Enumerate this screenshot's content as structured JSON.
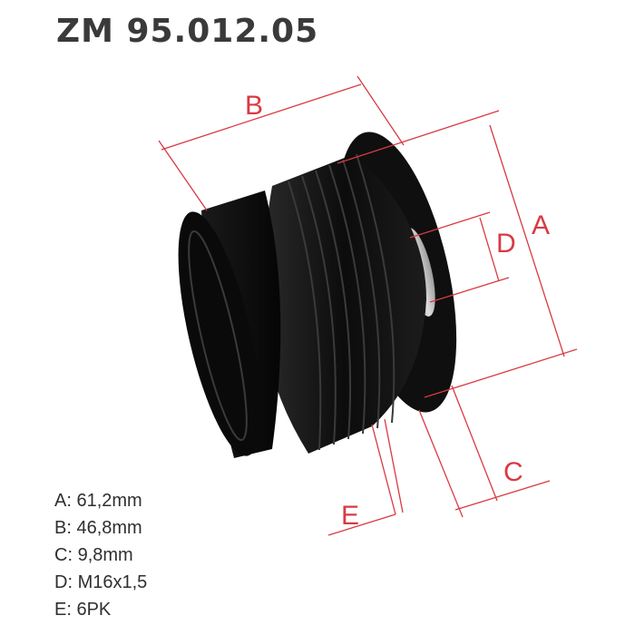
{
  "part_number": "ZM 95.012.05",
  "dimension_labels": {
    "a": "A",
    "b": "B",
    "c": "C",
    "d": "D",
    "e": "E"
  },
  "specs": [
    {
      "key": "A",
      "sep": ": ",
      "value": "61,2mm"
    },
    {
      "key": "B",
      "sep": ": ",
      "value": "46,8mm"
    },
    {
      "key": "C",
      "sep": ": ",
      "value": "9,8mm"
    },
    {
      "key": "D",
      "sep": ": ",
      "value": "M16x1,5"
    },
    {
      "key": "E",
      "sep": ": ",
      "value": "6PK"
    }
  ],
  "colors": {
    "dimension_line": "#d83a43",
    "pulley_body": "#141414",
    "title": "#3a3a3a"
  }
}
